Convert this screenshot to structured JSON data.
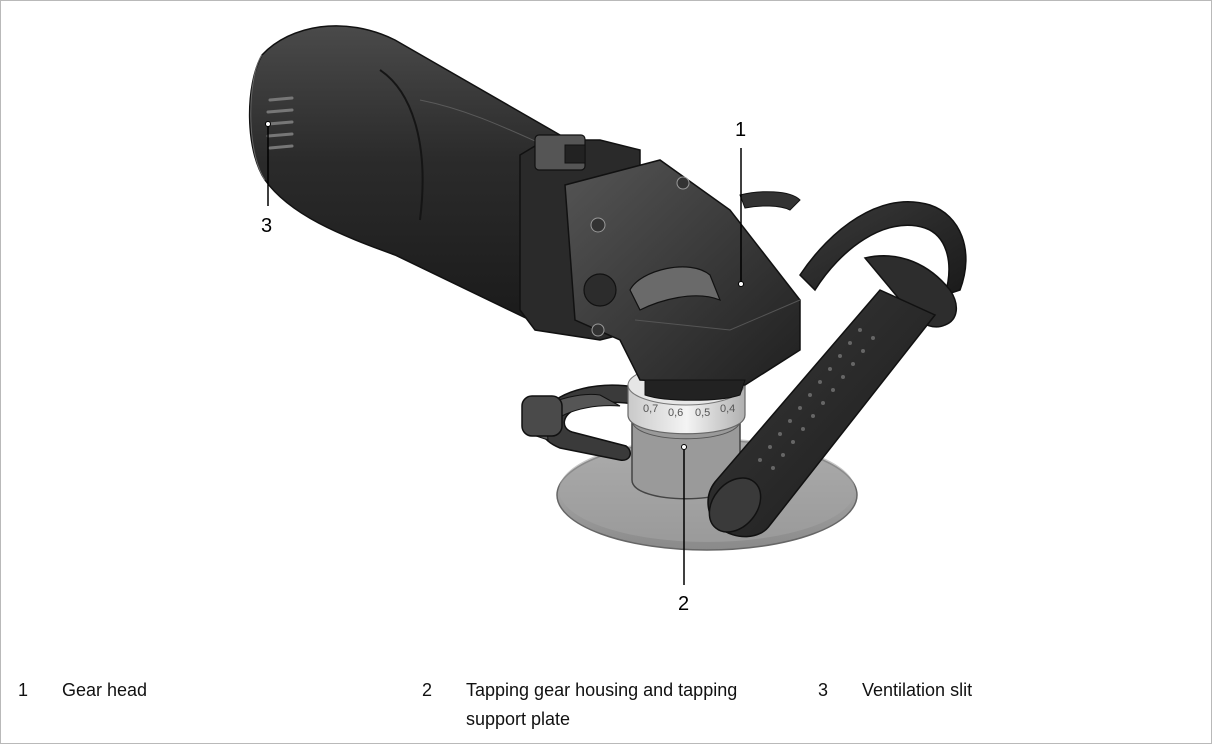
{
  "callouts": [
    {
      "number": "1"
    },
    {
      "number": "2"
    },
    {
      "number": "3"
    }
  ],
  "dial_labels": [
    "0,7",
    "0,6",
    "0,5",
    "0,4"
  ],
  "legend": [
    {
      "number": "1",
      "text": "Gear head"
    },
    {
      "number": "2",
      "text": "Tapping gear housing and tapping support plate"
    },
    {
      "number": "3",
      "text": "Ventilation slit"
    }
  ]
}
